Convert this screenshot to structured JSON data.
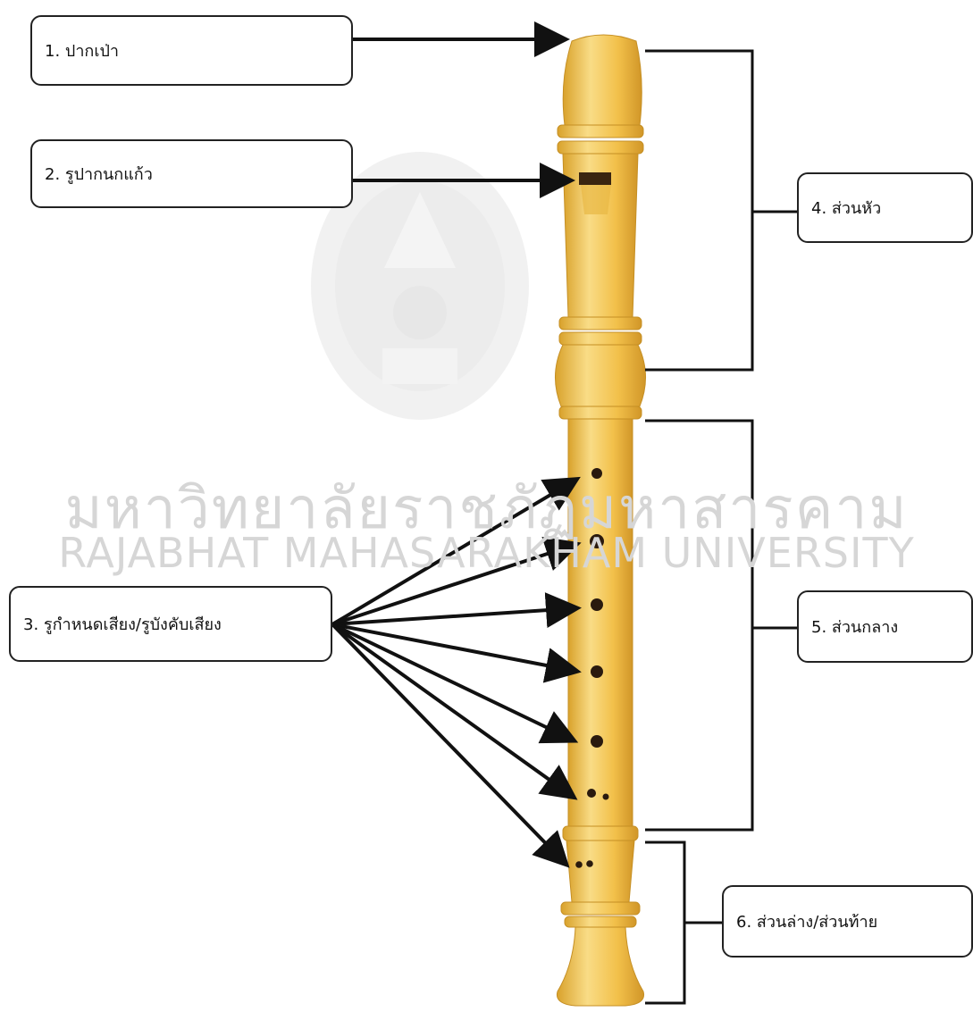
{
  "watermark": {
    "thai": "มหาวิทยาลัยราชภัฏมหาสารคาม",
    "english": "RAJABHAT MAHASARAKHAM UNIVERSITY"
  },
  "labels": {
    "mouthpiece": "1. ปากเป่า",
    "window": "2. รูปากนกแก้ว",
    "finger_holes": "3. รูกำหนดเสียง/รูบังคับเสียง",
    "head_joint": "4. ส่วนหัว",
    "middle_joint": "5. ส่วนกลาง",
    "foot_joint": "6. ส่วนล่าง/ส่วนท้าย"
  },
  "colors": {
    "wood": "#f2c04a",
    "wood_light": "#f9dc86",
    "wood_dark": "#d9a22c",
    "line": "#111111",
    "hole": "#2a1a0e",
    "watermark": "#d6d6d6"
  }
}
